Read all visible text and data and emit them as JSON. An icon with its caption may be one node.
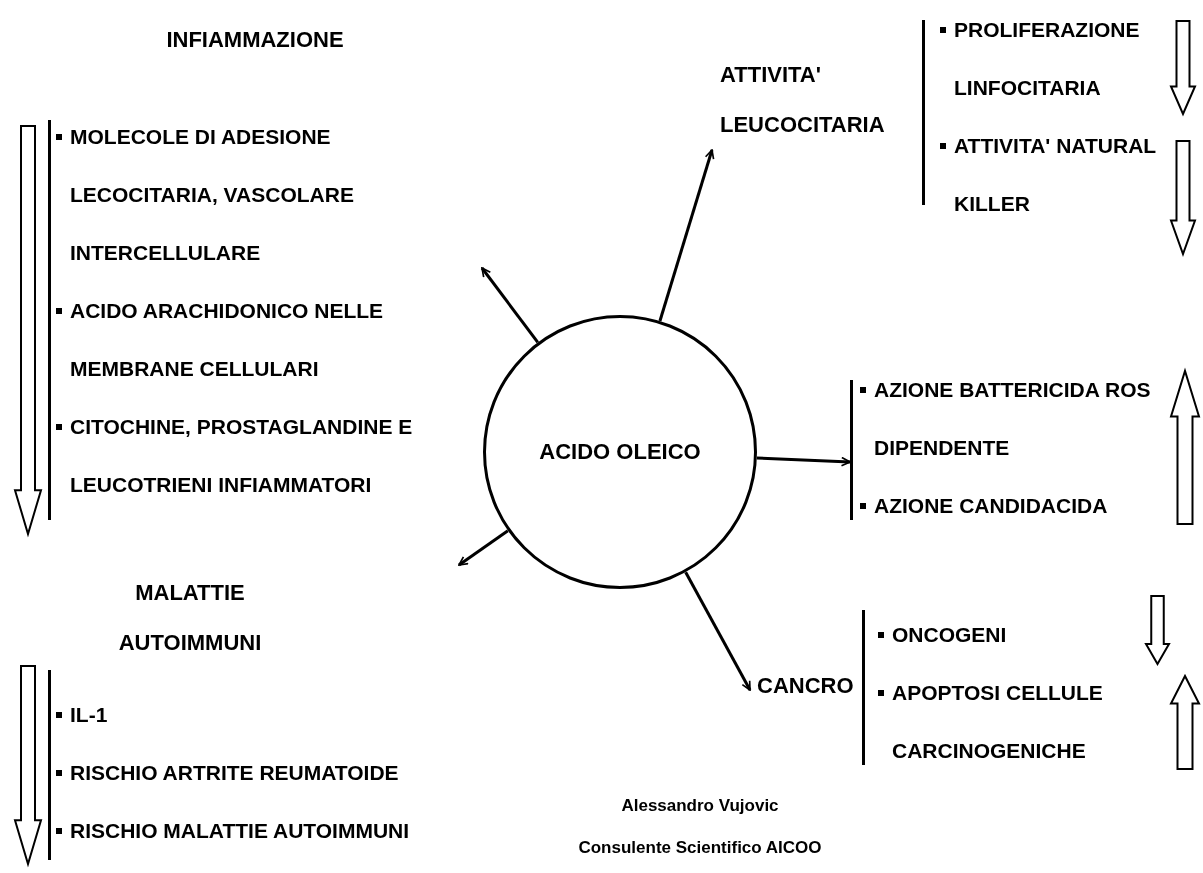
{
  "diagram": {
    "nodes": [
      {
        "text": [
          "INFIAMMAZIONE",
          "MOLECOLE DI ADESIONE LECOCITARIA, VASCOLARE INTERCELLULARE",
          "ACIDO ARACHIDONICO NELLE MEMBRANE CELLULARI",
          "CITOCHINE, PROSTAGLANDINE E LEUCOTRIENI INFIAMMATORI"
        ]
      },
      {
        "text": [
          "ATTIVITA' LEUCOCITARIA",
          "PROLIFERAZIONE LINFOCITARIA",
          "ATTIVITA' NATURAL KILLER"
        ]
      },
      {
        "text": [
          "ACIDO OLEICO"
        ]
      },
      {
        "text": [
          "AZIONE BATTERICIDA ROS DIPENDENTE",
          "AZIONE CANDIDACIDA"
        ]
      },
      {
        "text": [
          "MALATTIE AUTOIMMUNI",
          "IL-1",
          "RISCHIO ARTRITE REUMATOIDE",
          "RISCHIO MALATTIE AUTOIMMUNI"
        ]
      },
      {
        "text": [
          "CANCRO",
          "ONCOGENI",
          "APOPTOSI CELLULE CARCINOGENICHE"
        ]
      }
    ],
    "edges": [
      {
        "from": 2,
        "to": 0,
        "arrow": "to"
      },
      {
        "from": 2,
        "to": 1,
        "arrow": "to"
      },
      {
        "from": 2,
        "to": 3,
        "arrow": "to"
      },
      {
        "from": 2,
        "to": 4,
        "arrow": "to"
      },
      {
        "from": 2,
        "to": 5,
        "arrow": "to"
      }
    ],
    "labels": [
      "Alessandro Vujovic",
      "Consulente Scientifico AICOO"
    ]
  }
}
